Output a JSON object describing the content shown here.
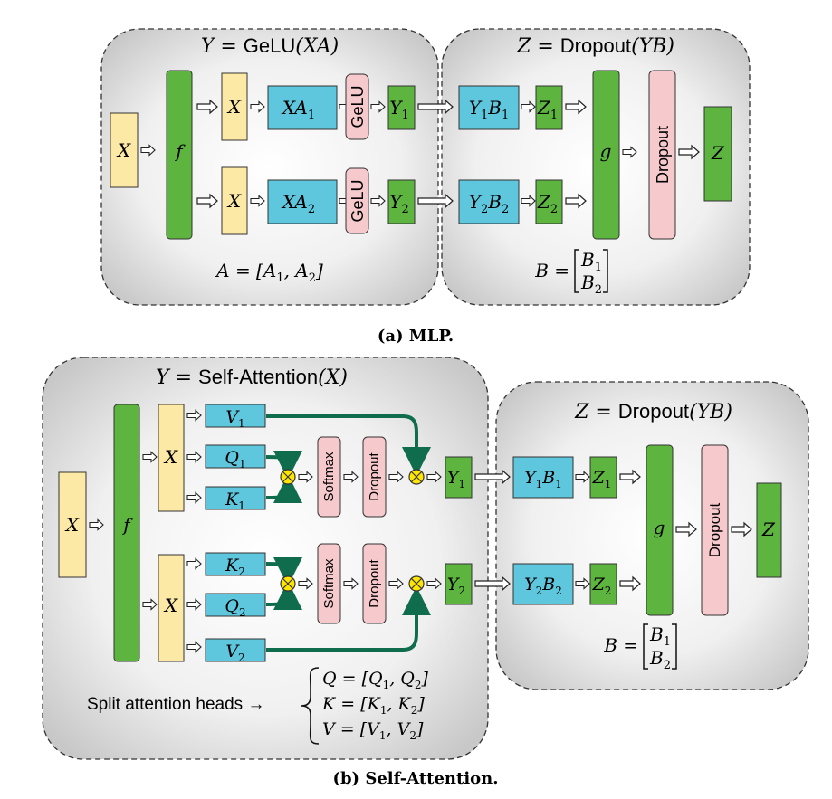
{
  "mlp": {
    "caption": "(a) MLP.",
    "left_title_prefix": "Y = ",
    "left_title_func": "GeLU",
    "left_title_arg": "(XA)",
    "right_title_prefix": "Z = ",
    "right_title_func": "Dropout",
    "right_title_arg": "(YB)",
    "input_x": "X",
    "f": "f",
    "x": "X",
    "xa1": "XA",
    "xa1_sub": "1",
    "xa2": "XA",
    "xa2_sub": "2",
    "gelu": "GeLU",
    "y": "Y",
    "y1_sub": "1",
    "y2_sub": "2",
    "yb": "Y",
    "b": "B",
    "z": "Z",
    "g": "g",
    "dropout": "Dropout",
    "z_out": "Z",
    "a_eq_prefix": "A = [A",
    "a_eq_mid": ", A",
    "a_eq_end": "]",
    "sub1": "1",
    "sub2": "2",
    "b_eq": "B = "
  },
  "attn": {
    "caption": "(b) Self-Attention.",
    "left_title_prefix": "Y = ",
    "left_title_func": "Self-Attention",
    "left_title_arg": "(X)",
    "right_title_prefix": "Z = ",
    "right_title_func": "Dropout",
    "right_title_arg": "(YB)",
    "input_x": "X",
    "f": "f",
    "x": "X",
    "v": "V",
    "q": "Q",
    "k": "K",
    "softmax": "Softmax",
    "dropout": "Dropout",
    "y": "Y",
    "b": "B",
    "z": "Z",
    "g": "g",
    "z_out": "Z",
    "sub1": "1",
    "sub2": "2",
    "split_label": "Split attention heads →",
    "q_eq": "Q = [Q",
    "k_eq": "K = [K",
    "v_eq": "V = [V",
    "b_eq": "B = "
  },
  "colors": {
    "yellow": "#fde9a6",
    "green": "#5db540",
    "blue": "#5ec7de",
    "pink": "#f6c9cc",
    "otimes": "#ffe600"
  }
}
